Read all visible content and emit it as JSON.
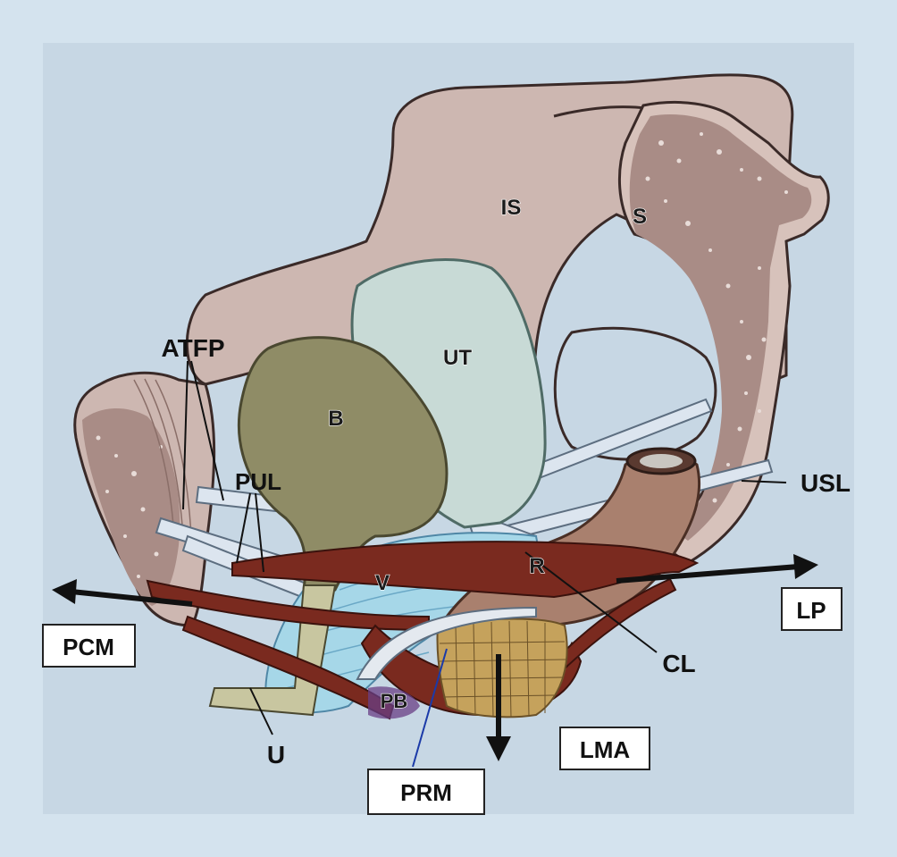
{
  "colors": {
    "background": "#d4e3ee",
    "panel": "#c7d7e4",
    "bone": "#cdb7b1",
    "bone_outline": "#3a2a28",
    "bladder": "#8f8c66",
    "uterus": "#c8dad6",
    "vagina": "#a6d7e8",
    "muscle": "#7a2a1f",
    "rectum": "#a9806e",
    "ligament": "#dce5ef",
    "levator_plate_mesh": "#c5a25c",
    "arrow": "#111111"
  },
  "labels": {
    "is": "IS",
    "s": "S",
    "ut": "UT",
    "b": "B",
    "atfp": "ATFP",
    "pul": "PUL",
    "usl": "USL",
    "v": "V",
    "r": "R",
    "lp": "LP",
    "pcm": "PCM",
    "cl": "CL",
    "pb": "PB",
    "u": "U",
    "lma": "LMA",
    "prm": "PRM"
  }
}
